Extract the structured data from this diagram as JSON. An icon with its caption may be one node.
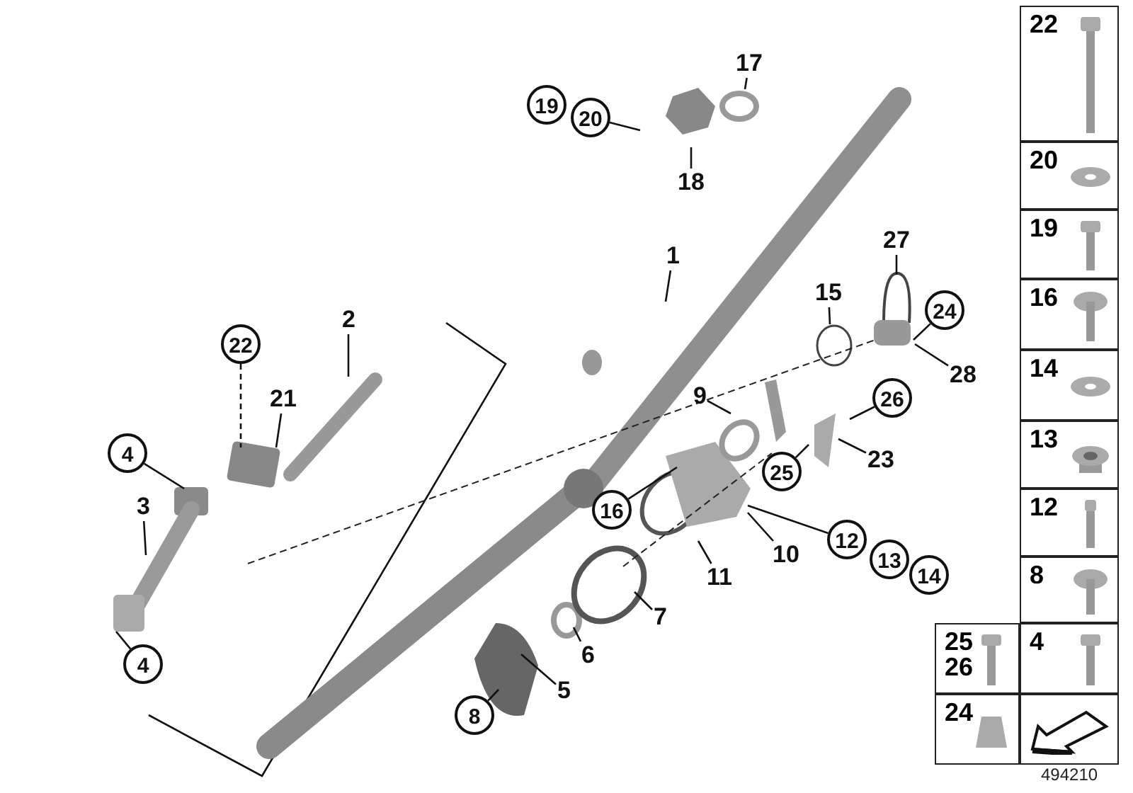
{
  "diagram": {
    "nodes": [
      {
        "text": [
          "1"
        ]
      },
      {
        "text": [
          "2"
        ]
      },
      {
        "text": [
          "3"
        ]
      },
      {
        "text": [
          "4"
        ]
      },
      {
        "text": [
          "4"
        ]
      },
      {
        "text": [
          "5"
        ]
      },
      {
        "text": [
          "6"
        ]
      },
      {
        "text": [
          "7"
        ]
      },
      {
        "text": [
          "8"
        ]
      },
      {
        "text": [
          "9"
        ]
      },
      {
        "text": [
          "10"
        ]
      },
      {
        "text": [
          "11"
        ]
      },
      {
        "text": [
          "12"
        ]
      },
      {
        "text": [
          "13"
        ]
      },
      {
        "text": [
          "14"
        ]
      },
      {
        "text": [
          "15"
        ]
      },
      {
        "text": [
          "16"
        ]
      },
      {
        "text": [
          "17"
        ]
      },
      {
        "text": [
          "18"
        ]
      },
      {
        "text": [
          "19"
        ]
      },
      {
        "text": [
          "20"
        ]
      },
      {
        "text": [
          "21"
        ]
      },
      {
        "text": [
          "22"
        ]
      },
      {
        "text": [
          "23"
        ]
      },
      {
        "text": [
          "24"
        ]
      },
      {
        "text": [
          "25"
        ]
      },
      {
        "text": [
          "26"
        ]
      },
      {
        "text": [
          "27"
        ]
      },
      {
        "text": [
          "28"
        ]
      }
    ],
    "edges": [
      {
        "from": 0,
        "to": null,
        "arrow": "none"
      },
      {
        "from": 1,
        "to": null,
        "arrow": "none"
      },
      {
        "from": 2,
        "to": null,
        "arrow": "none"
      },
      {
        "from": 3,
        "to": null,
        "arrow": "none"
      },
      {
        "from": 4,
        "to": null,
        "arrow": "none"
      },
      {
        "from": 5,
        "to": null,
        "arrow": "none"
      },
      {
        "from": 6,
        "to": null,
        "arrow": "none"
      },
      {
        "from": 7,
        "to": null,
        "arrow": "none"
      },
      {
        "from": 8,
        "to": null,
        "arrow": "none"
      },
      {
        "from": 9,
        "to": null,
        "arrow": "none"
      },
      {
        "from": 10,
        "to": null,
        "arrow": "none"
      },
      {
        "from": 11,
        "to": null,
        "arrow": "none"
      },
      {
        "from": 12,
        "to": null,
        "arrow": "none"
      },
      {
        "from": 15,
        "to": null,
        "arrow": "none"
      },
      {
        "from": 16,
        "to": null,
        "arrow": "none"
      },
      {
        "from": 17,
        "to": null,
        "arrow": "none"
      },
      {
        "from": 18,
        "to": null,
        "arrow": "none"
      },
      {
        "from": 20,
        "to": null,
        "arrow": "none"
      },
      {
        "from": 21,
        "to": null,
        "arrow": "none"
      },
      {
        "from": 22,
        "to": null,
        "arrow": "none",
        "style": "dashed"
      },
      {
        "from": 23,
        "to": null,
        "arrow": "none"
      },
      {
        "from": 24,
        "to": null,
        "arrow": "none"
      },
      {
        "from": 25,
        "to": null,
        "arrow": "none"
      },
      {
        "from": 26,
        "to": null,
        "arrow": "none"
      },
      {
        "from": 27,
        "to": null,
        "arrow": "none"
      },
      {
        "from": 28,
        "to": null,
        "arrow": "none"
      }
    ],
    "labels": [
      "22",
      "20",
      "19",
      "16",
      "14",
      "13",
      "12",
      "8",
      "25 26",
      "4",
      "24",
      "494210"
    ]
  }
}
